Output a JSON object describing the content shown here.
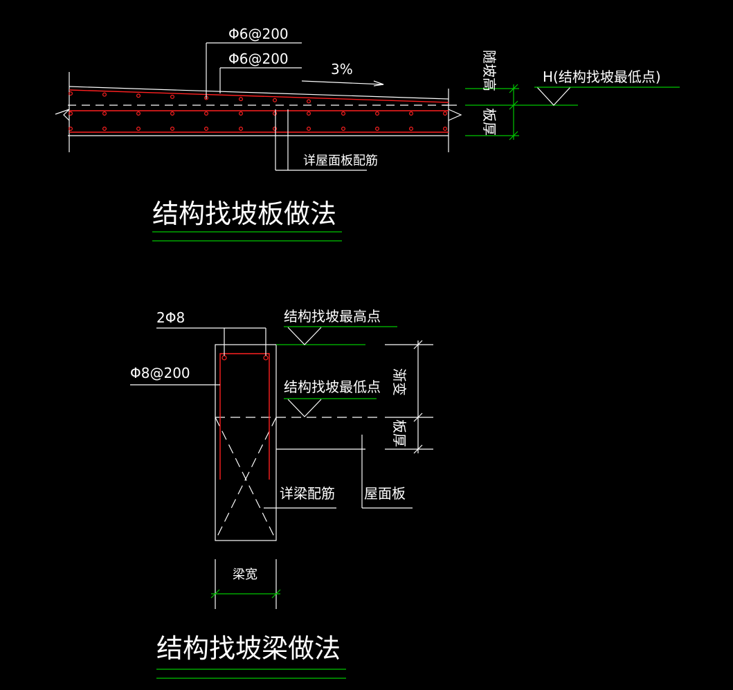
{
  "slab": {
    "rebar_top": "Φ6@200",
    "rebar_bottom": "Φ6@200",
    "slope": "3%",
    "ref_reinforcement": "详屋面板配筋",
    "varying_height": "随坡高",
    "slab_thickness": "板厚",
    "h_label": "H(结构找坡最低点)",
    "title": "结构找坡板做法"
  },
  "beam": {
    "top_bars": "2Φ8",
    "stirrups": "Φ8@200",
    "highest_point": "结构找坡最高点",
    "lowest_point": "结构找坡最低点",
    "varying": "渐变",
    "slab_thickness": "板厚",
    "ref_reinforcement": "详梁配筋",
    "roof_slab": "屋面板",
    "beam_width": "梁宽",
    "title": "结构找坡梁做法"
  },
  "colors": {
    "background": "#000000",
    "line": "#ffffff",
    "rebar": "#ff2020",
    "leader_green": "#00c800"
  }
}
